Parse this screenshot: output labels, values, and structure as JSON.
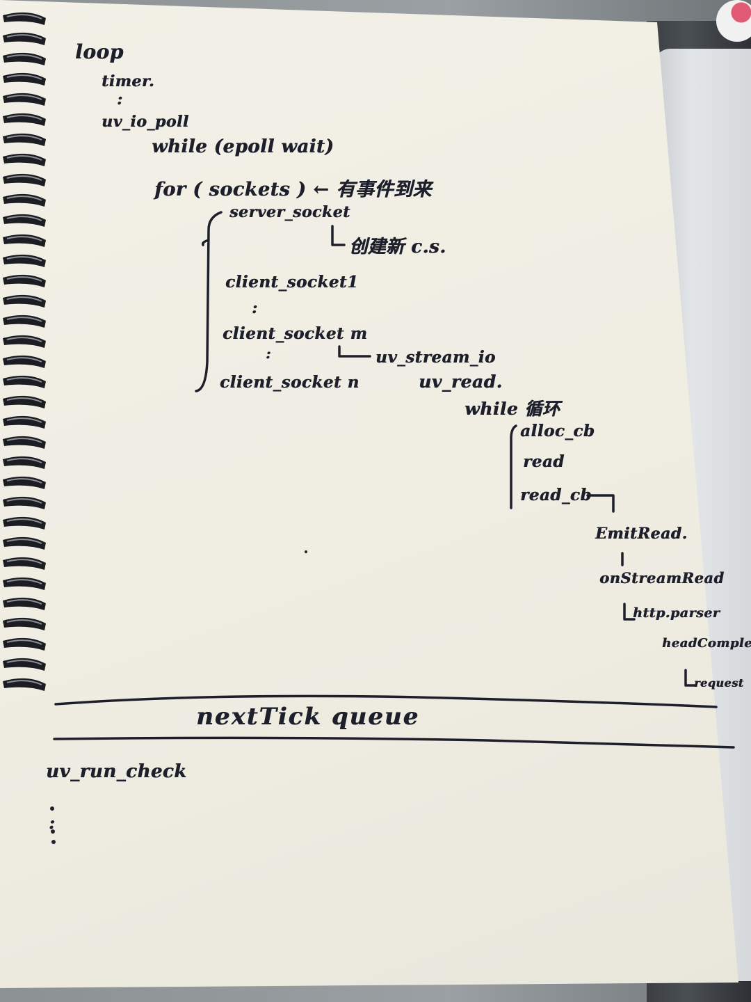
{
  "notes": [
    {
      "id": "loop",
      "text": "loop"
    },
    {
      "id": "timer",
      "text": "timer."
    },
    {
      "id": "dots1",
      "text": ":"
    },
    {
      "id": "uv_io_poll",
      "text": "uv_io_poll"
    },
    {
      "id": "while",
      "text": "while (epoll wait)"
    },
    {
      "id": "for",
      "text": "for ( sockets ) ← 有事件到来"
    },
    {
      "id": "server_socket",
      "text": "server_socket"
    },
    {
      "id": "create_cs",
      "text": "创建新 c.s."
    },
    {
      "id": "client_socket1",
      "text": "client_socket1"
    },
    {
      "id": "dots2",
      "text": ":"
    },
    {
      "id": "client_socket_m",
      "text": "client_socket m"
    },
    {
      "id": "uv_stream_io",
      "text": "uv_stream_io"
    },
    {
      "id": "dots3",
      "text": ":"
    },
    {
      "id": "client_socket_n",
      "text": "client_socket n"
    },
    {
      "id": "uv_read",
      "text": "uv_read."
    },
    {
      "id": "while_loop",
      "text": "while 循环"
    },
    {
      "id": "alloc_cb",
      "text": "alloc_cb"
    },
    {
      "id": "read",
      "text": "read"
    },
    {
      "id": "read_cb",
      "text": "read_cb"
    },
    {
      "id": "emit_read",
      "text": "EmitRead."
    },
    {
      "id": "on_stream_read",
      "text": "onStreamRead"
    },
    {
      "id": "http_parser",
      "text": "http.parser"
    },
    {
      "id": "headers_complete",
      "text": "headComplete"
    },
    {
      "id": "request",
      "text": "request"
    },
    {
      "id": "next_tick",
      "text": "nextTick queue"
    },
    {
      "id": "uv_run_check",
      "text": "uv_run_check"
    },
    {
      "id": "dots4",
      "text": ":"
    }
  ],
  "colors": {
    "ink": "#1d1f2b",
    "paper": "#f1efe5"
  }
}
